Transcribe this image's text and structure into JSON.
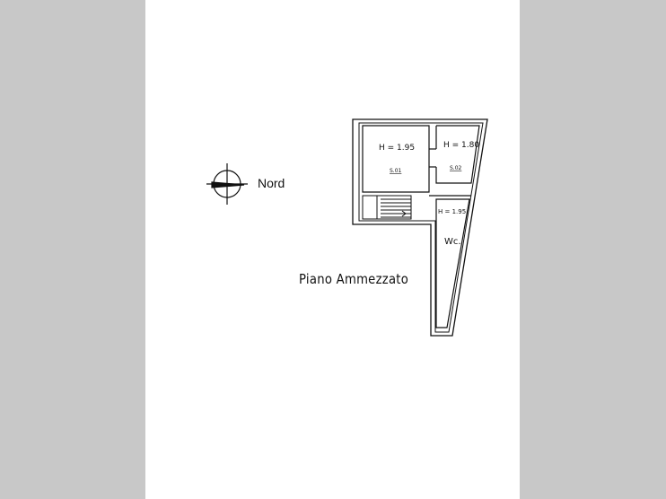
{
  "compass": {
    "label": "Nord"
  },
  "plan_title": "Piano Ammezzato",
  "rooms": {
    "main_height": "H = 1.95",
    "main_code": "S.01",
    "small_height": "H = 1.80",
    "small_code": "S.02",
    "wc_height": "H = 1.95",
    "wc_label": "Wc."
  }
}
